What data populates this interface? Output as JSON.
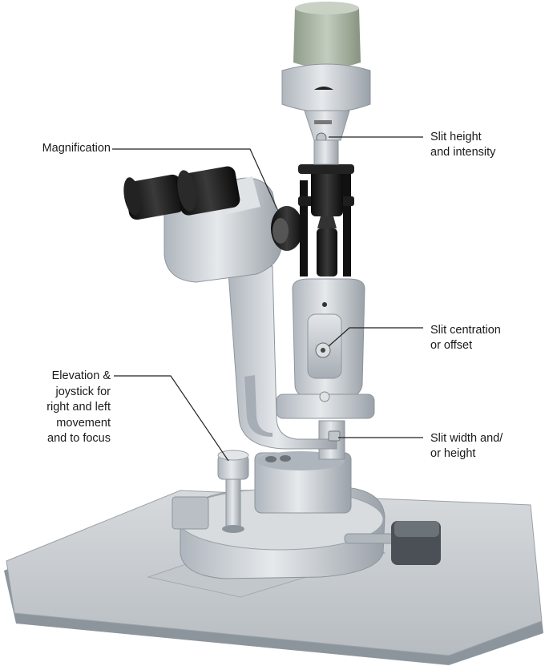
{
  "labels": {
    "magnification": "Magnification",
    "slit_height_intensity": "Slit height\nand intensity",
    "slit_centration": "Slit centration\nor offset",
    "elevation_joystick": "Elevation &\njoystick for\nright and left\nmovement\nand to focus",
    "slit_width_height": "Slit width and/\nor height"
  },
  "colors": {
    "body": "#c9ced3",
    "body_dark": "#9ea5ac",
    "lamp_cap": "#a9b5a3",
    "black_parts": "#1c1c1c",
    "base": "#8c949b",
    "leader": "#222222"
  }
}
